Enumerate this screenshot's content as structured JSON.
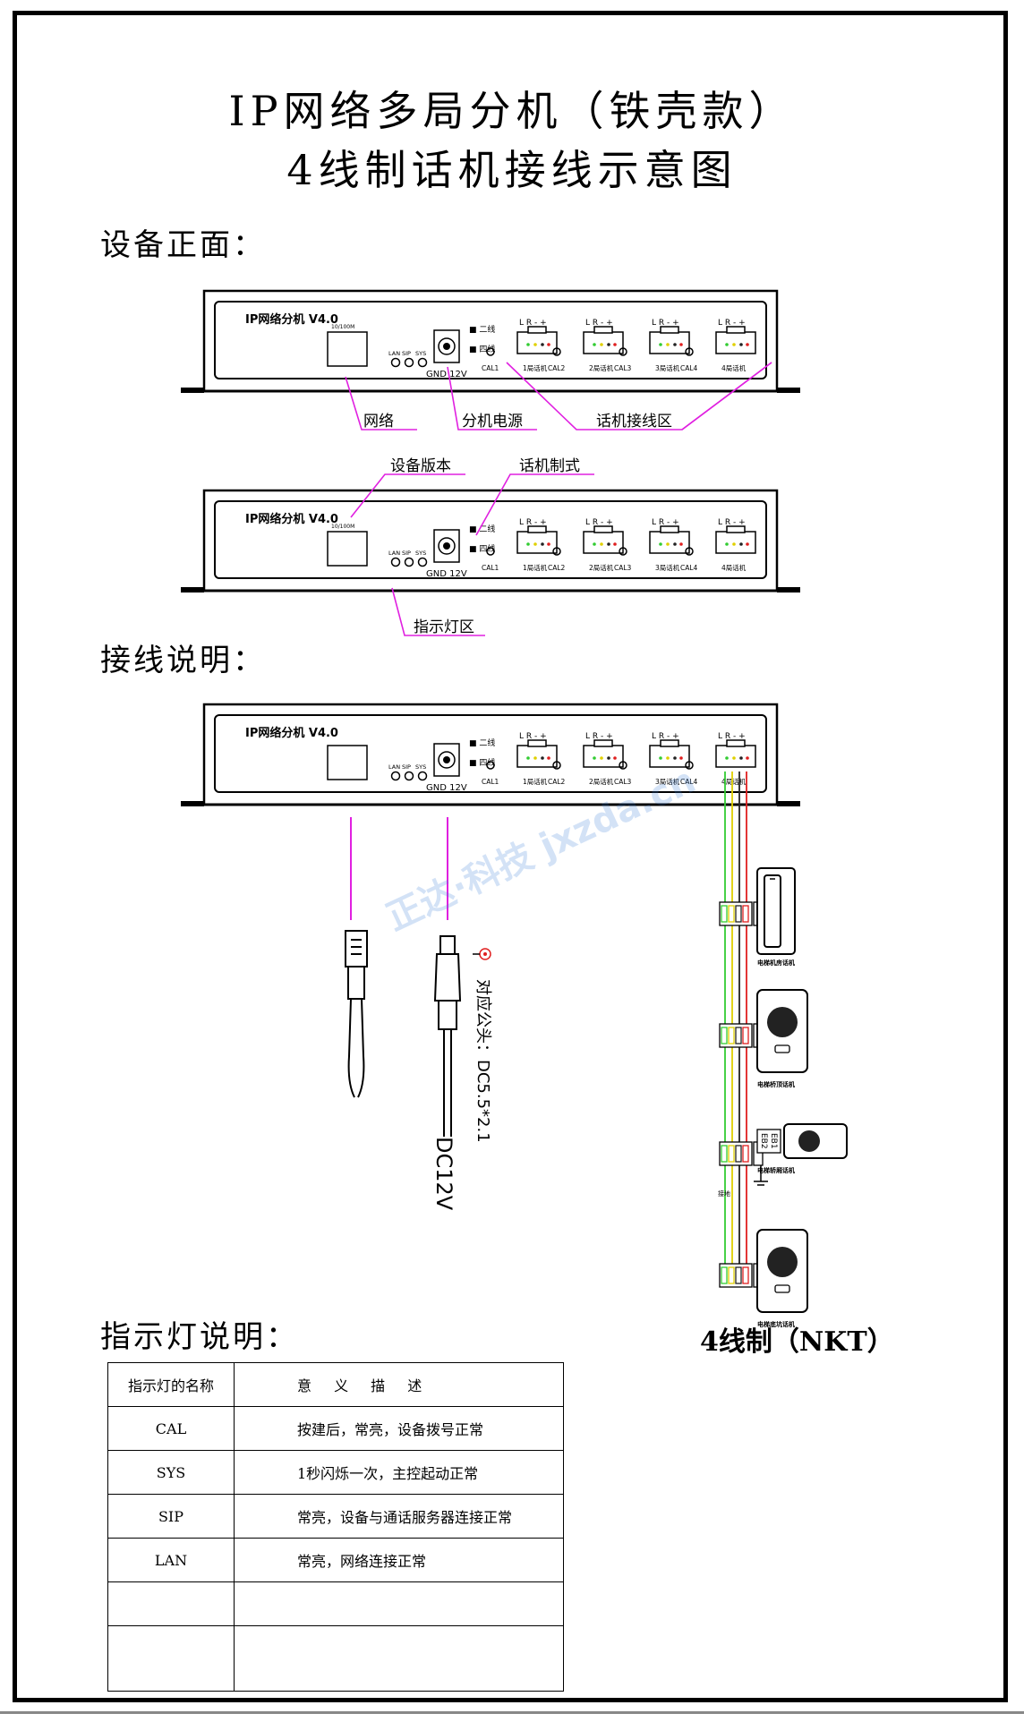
{
  "title_line1": "IP网络多局分机（铁壳款）",
  "title_line2": "4线制话机接线示意图",
  "sections": {
    "front": "设备正面：",
    "wiring": "接线说明：",
    "indicators": "指示灯说明："
  },
  "device": {
    "model": "IP网络分机 V4.0",
    "port_speed": "10/100M",
    "led_labels": [
      "LAN",
      "SIP",
      "SYS"
    ],
    "power_label": "GND 12V",
    "mode_two_wire": "■ 二线",
    "mode_four_wire": "■ 四线",
    "line_header": "L R - +",
    "cal_labels": [
      "CAL1",
      "CAL2",
      "CAL3",
      "CAL4"
    ],
    "phone_labels": [
      "1局话机",
      "2局话机",
      "3局话机",
      "4局话机"
    ]
  },
  "callouts": {
    "network": "网络",
    "power": "分机电源",
    "phone_area": "话机接线区",
    "version": "设备版本",
    "phone_mode": "话机制式",
    "indicator_area": "指示灯区"
  },
  "wiring": {
    "plug_note": "对应公头：DC5.5*2.1",
    "dc12v": "DC12V",
    "mode": "4线制（NKT）",
    "devices": [
      "电梯机房话机",
      "电梯桥顶话机",
      "电梯轿厢话机",
      "电梯底坑话机"
    ],
    "terminal_labels": [
      "L",
      "R",
      "-",
      "+"
    ],
    "eb_labels": [
      "EB2",
      "EB1"
    ],
    "ground_label": "接地"
  },
  "watermark": "正达·科技 jxzda.cn",
  "legend": {
    "headers": [
      "指示灯的名称",
      "意 义 描 述"
    ],
    "rows": [
      [
        "CAL",
        "按建后，常亮，设备拨号正常"
      ],
      [
        "SYS",
        "1秒闪烁一次，主控起动正常"
      ],
      [
        "SIP",
        "常亮，设备与通话服务器连接正常"
      ],
      [
        "LAN",
        "常亮，网络连接正常"
      ],
      [
        "",
        ""
      ],
      [
        "",
        ""
      ]
    ]
  },
  "colors": {
    "callout": "#e020e0",
    "wire_green": "#33cc33",
    "wire_yellow": "#e0d000",
    "wire_red": "#e02020",
    "wire_black": "#222222"
  }
}
